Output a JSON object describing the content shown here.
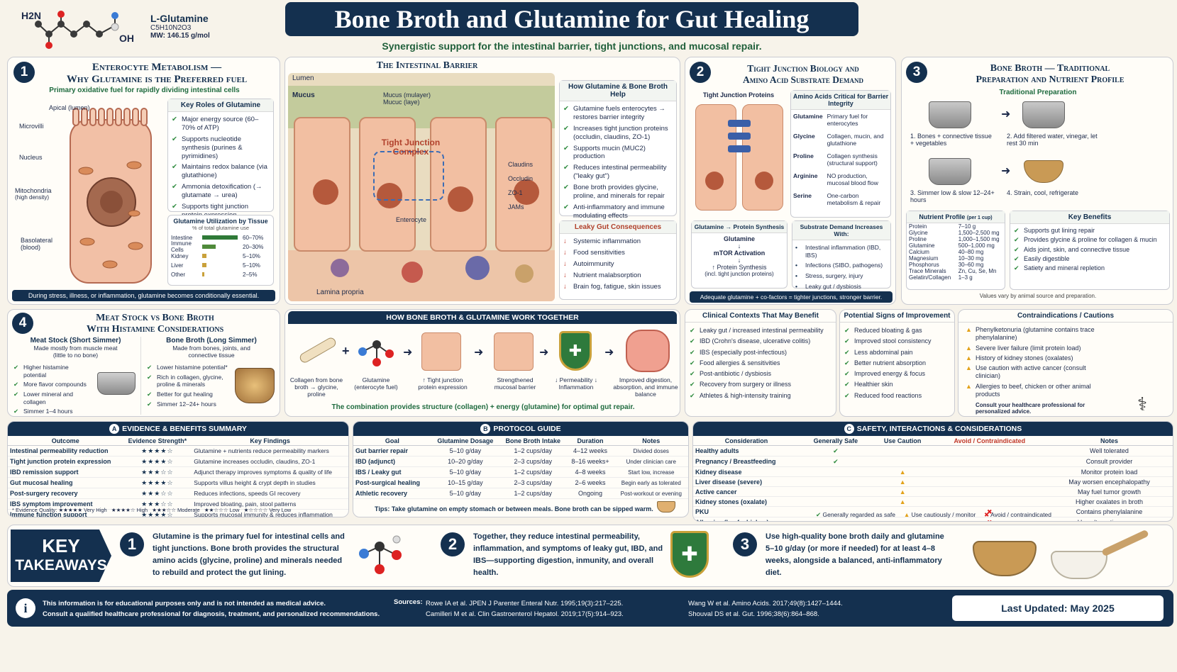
{
  "molecule": {
    "name": "L-Glutamine",
    "formula": "C5H10N2O3",
    "mw": "MW: 146.15 g/mol",
    "nh2": "H2N",
    "oh": "OH"
  },
  "title": "Bone Broth and Glutamine for Gut Healing",
  "subtitle": "Synergistic support for the intestinal barrier, tight junctions, and mucosal repair.",
  "s1": {
    "num": "1",
    "title1": "Enterocyte Metabolism —",
    "title2": "Why Glutamine is the Preferred fuel",
    "sub": "Primary oxidative fuel for rapidly dividing intestinal cells",
    "labels": {
      "apical": "Apical (lumen)",
      "microvilli": "Microvilli",
      "nucleus": "Nucleus",
      "mito": "Mitochondria",
      "mito2": "(high density)",
      "baso": "Basolateral",
      "baso2": "(blood)"
    },
    "roles_title": "Key Roles of Glutamine",
    "roles": [
      "Major energy source (60–70% of ATP)",
      "Supports nucleotide synthesis (purines & pyrimidines)",
      "Maintains redox balance (via glutathione)",
      "Ammonia detoxification (→ glutamate → urea)",
      "Supports tight junction protein expression"
    ],
    "util_title": "Glutamine Utilization by Tissue",
    "util_sub": "% of total glutamine use",
    "util": [
      {
        "name": "Intestine",
        "range": "60–70%",
        "frac": 0.65
      },
      {
        "name": "Immune Cells",
        "range": "20–30%",
        "frac": 0.25
      },
      {
        "name": "Kidney",
        "range": "5–10%",
        "frac": 0.075
      },
      {
        "name": "Liver",
        "range": "5–10%",
        "frac": 0.075
      },
      {
        "name": "Other",
        "range": "2–5%",
        "frac": 0.035
      }
    ],
    "footer": "During stress, illness, or inflammation, glutamine becomes conditionally essential."
  },
  "barrier": {
    "title": "The Intestinal Barrier",
    "lumen": "Lumen",
    "mucus": "Mucus",
    "mucus_layer": "Mucus (mulayer)",
    "mucus_layer2": "Mucuc (laye)",
    "tj": "Tight Junction",
    "tj2": "Complex",
    "claudins": "Claudins",
    "occludin": "Occludin",
    "zo": "ZO-1",
    "jams": "JAMs",
    "enterocyte": "Enterocyte",
    "lamina": "Lamina propria",
    "help_title": "How Glutamine & Bone Broth Help",
    "help": [
      "Glutamine fuels enterocytes → restores barrier integrity",
      "Increases tight junction proteins (occludin, claudins, ZO-1)",
      "Supports mucin (MUC2) production",
      "Reduces intestinal permeability (\"leaky gut\")",
      "Bone broth provides glycine, proline, and minerals for repair",
      "Anti-inflammatory and immune modulating effects"
    ],
    "leaky_title": "Leaky Gut Consequences",
    "leaky": [
      "Systemic inflammation",
      "Food sensitivities",
      "Autoimmunity",
      "Nutrient malabsorption",
      "Brain fog, fatigue, skin issues"
    ]
  },
  "s2": {
    "num": "2",
    "title1": "Tight Junction Biology and",
    "title2": "Amino Acid Substrate Demand",
    "tjp": "Tight Junction Proteins",
    "aa_title": "Amino Acids Critical for Barrier Integrity",
    "aa": [
      {
        "n": "Glutamine",
        "d": "Primary fuel for enterocytes"
      },
      {
        "n": "Glycine",
        "d": "Collagen, mucin, and glutathione"
      },
      {
        "n": "Proline",
        "d": "Collagen synthesis (structural support)"
      },
      {
        "n": "Arginine",
        "d": "NO production, mucosal blood flow"
      },
      {
        "n": "Serine",
        "d": "One-carbon metabolism & repair"
      }
    ],
    "ps_title": "Glutamine → Protein Synthesis",
    "ps1": "Glutamine",
    "ps2": "mTOR Activation",
    "ps3": "↑ Protein Synthesis",
    "ps4": "(incl. tight junction proteins)",
    "sd_title": "Substrate Demand Increases With:",
    "sd": [
      "Intestinal inflammation (IBD, IBS)",
      "Infections (SIBO, pathogens)",
      "Stress, surgery, injury",
      "Leaky gut / dysbiosis"
    ],
    "footer": "Adequate glutamine + co-factors = tighter junctions, stronger barrier."
  },
  "s3": {
    "num": "3",
    "title1": "Bone Broth — Traditional",
    "title2": "Preparation and Nutrient Profile",
    "prep": "Traditional Preparation",
    "steps": [
      "1. Bones + connective tissue + vegetables",
      "2. Add filtered water, vinegar, let rest 30 min",
      "3. Simmer low & slow 12–24+ hours",
      "4. Strain, cool, refrigerate"
    ],
    "np_title": "Nutrient Profile",
    "np_sub": "(per 1 cup)",
    "np": [
      {
        "n": "Protein",
        "v": "7–10 g"
      },
      {
        "n": "Glycine",
        "v": "1,500–2,500 mg"
      },
      {
        "n": "Proline",
        "v": "1,000–1,500 mg"
      },
      {
        "n": "Glutamine",
        "v": "500–1,000 mg"
      },
      {
        "n": "Calcium",
        "v": "40–80 mg"
      },
      {
        "n": "Magnesium",
        "v": "10–30 mg"
      },
      {
        "n": "Phosphorus",
        "v": "30–60 mg"
      },
      {
        "n": "Trace Minerals",
        "v": "Zn, Cu, Se, Mn"
      },
      {
        "n": "Gelatin/Collagen",
        "v": "1–3 g"
      }
    ],
    "kb_title": "Key Benefits",
    "kb": [
      "Supports gut lining repair",
      "Provides glycine & proline for collagen & mucin",
      "Aids joint, skin, and connective tissue",
      "Easily digestible",
      "Satiety and mineral repletion"
    ],
    "note": "Values vary by animal source and preparation."
  },
  "s4": {
    "num": "4",
    "title1": "Meat Stock vs Bone Broth",
    "title2": "With Histamine Considerations",
    "ms_title": "Meat Stock (Short Simmer)",
    "ms_sub": "Made mostly from muscle meat (little to no bone)",
    "ms": [
      "Higher histamine potential",
      "More flavor compounds",
      "Lower mineral and collagen",
      "Simmer 1–4 hours"
    ],
    "bb_title": "Bone Broth (Long Simmer)",
    "bb_sub": "Made from bones, joints, and connective tissue",
    "bb": [
      "Lower histamine potential*",
      "Rich in collagen, glycine, proline & minerals",
      "Better for gut healing",
      "Simmer 12–24+ hours"
    ]
  },
  "how": {
    "title": "How Bone Broth & Glutamine Work Together",
    "items": [
      "Collagen from bone broth → glycine, proline",
      "Glutamine (enterocyte fuel)",
      "↑ Tight junction protein expression",
      "Strengthened mucosal barrier",
      "↓ Permeability ↓ Inflammation",
      "Improved digestion, absorption, and immune balance"
    ],
    "footer": "The combination provides structure (collagen) + energy (glutamine) for optimal gut repair."
  },
  "clinical": {
    "title": "Clinical Contexts That May Benefit",
    "items": [
      "Leaky gut / increased intestinal permeability",
      "IBD (Crohn's disease, ulcerative colitis)",
      "IBS (especially post-infectious)",
      "Food allergies & sensitivities",
      "Post-antibiotic / dysbiosis",
      "Recovery from surgery or illness",
      "Athletes & high-intensity training"
    ]
  },
  "signs": {
    "title": "Potential Signs of Improvement",
    "items": [
      "Reduced bloating & gas",
      "Improved stool consistency",
      "Less abdominal pain",
      "Better nutrient absorption",
      "Improved energy & focus",
      "Healthier skin",
      "Reduced food reactions"
    ]
  },
  "contra": {
    "title": "Contraindications / Cautions",
    "items": [
      "Phenylketonuria (glutamine contains trace phenylalanine)",
      "Severe liver failure (limit protein load)",
      "History of kidney stones (oxalates)",
      "Use caution with active cancer (consult clinician)",
      "Allergies to beef, chicken or other animal products"
    ],
    "note": "Consult your healthcare professional for personalized advice."
  },
  "tA": {
    "letter": "A",
    "title": "Evidence & Benefits Summary",
    "cols": [
      "Outcome",
      "Evidence Strength*",
      "Key Findings"
    ],
    "rows": [
      [
        "Intestinal permeability reduction",
        "★★★★☆",
        "Glutamine + nutrients reduce permeability markers"
      ],
      [
        "Tight junction protein expression",
        "★★★★☆",
        "Glutamine increases occludin, claudins, ZO-1"
      ],
      [
        "IBD remission support",
        "★★★☆☆",
        "Adjunct therapy improves symptoms & quality of life"
      ],
      [
        "Gut mucosal healing",
        "★★★★☆",
        "Supports villus height & crypt depth in studies"
      ],
      [
        "Post-surgery recovery",
        "★★★☆☆",
        "Reduces infections, speeds GI recovery"
      ],
      [
        "IBS symptom improvement",
        "★★★☆☆",
        "Improved bloating, pain, stool patterns"
      ],
      [
        "Immune function support",
        "★★★★☆",
        "Supports mucosal immunity & reduces inflammation"
      ]
    ],
    "legend": "* Evidence Quality: ★★★★★ Very High   ★★★★☆ High   ★★★☆☆ Moderate   ★★☆☆☆ Low   ★☆☆☆☆ Very Low"
  },
  "tB": {
    "letter": "B",
    "title": "Protocol Guide",
    "cols": [
      "Goal",
      "Glutamine Dosage",
      "Bone Broth Intake",
      "Duration",
      "Notes"
    ],
    "rows": [
      [
        "Gut barrier repair",
        "5–10 g/day",
        "1–2 cups/day",
        "4–12 weeks",
        "Divided doses"
      ],
      [
        "IBD (adjunct)",
        "10–20 g/day",
        "2–3 cups/day",
        "8–16 weeks+",
        "Under clinician care"
      ],
      [
        "IBS / Leaky gut",
        "5–10 g/day",
        "1–2 cups/day",
        "4–8 weeks",
        "Start low, increase"
      ],
      [
        "Post-surgical healing",
        "10–15 g/day",
        "2–3 cups/day",
        "2–6 weeks",
        "Begin early as tolerated"
      ],
      [
        "Athletic recovery",
        "5–10 g/day",
        "1–2 cups/day",
        "Ongoing",
        "Post-workout or evening"
      ]
    ],
    "tips": "Tips: Take glutamine on empty stomach or between meals. Bone broth can be sipped warm."
  },
  "tC": {
    "letter": "C",
    "title": "Safety, Interactions & Considerations",
    "cols": [
      "Consideration",
      "Generally Safe",
      "Use Caution",
      "Avoid / Contraindicated",
      "Notes"
    ],
    "rows": [
      [
        "Healthy adults",
        "s",
        "Well tolerated"
      ],
      [
        "Pregnancy / Breastfeeding",
        "s",
        "Consult provider"
      ],
      [
        "Kidney disease",
        "c",
        "Monitor protein load"
      ],
      [
        "Liver disease (severe)",
        "c",
        "May worsen encephalopathy"
      ],
      [
        "Active cancer",
        "c",
        "May fuel tumor growth"
      ],
      [
        "Kidney stones (oxalate)",
        "c",
        "Higher oxalates in broth"
      ],
      [
        "PKU",
        "a",
        "Contains phenylalanine"
      ],
      [
        "Allergies (beef, chicken)",
        "a",
        "Use alternative source"
      ]
    ],
    "legend": [
      "Generally regarded as safe",
      "Use cautiously / monitor",
      "Avoid / contraindicated"
    ]
  },
  "key": {
    "label1": "KEY",
    "label2": "TAKEAWAYS",
    "items": [
      {
        "n": "1",
        "t": "Glutamine is the primary fuel for intestinal cells and tight junctions. Bone broth provides the structural amino acids (glycine, proline) and minerals needed to rebuild and protect the gut lining."
      },
      {
        "n": "2",
        "t": "Together, they reduce intestinal permeability, inflammation, and symptoms of leaky gut, IBD, and IBS—supporting digestion, inmunity, and overall health."
      },
      {
        "n": "3",
        "t": "Use high-quality bone broth daily and glutamine 5–10 g/day (or more if needed) for at least 4–8 weeks, alongside a balanced, anti-inflammatory diet."
      }
    ]
  },
  "footer": {
    "info1": "This information is for educational purposes only and is not intended as medical advice.",
    "info2": "Consult a qualified healthcare professional for diagnosis, treatment, and personalized recommendations.",
    "src_label": "Sources:",
    "src1": "Rowe IA et al. JPEN J Parenter Enteral Nutr. 1995;19(3):217–225.",
    "src2": "Wang W et al. Amino Acids. 2017;49(8):1427–1444.",
    "src3": "Camilleri M et al. Clin Gastroenterol Hepatol. 2019;17(5):914–923.",
    "src4": "Shouval DS et al. Gut. 1996;38(6):864–868.",
    "updated": "Last Updated: May 2025"
  }
}
